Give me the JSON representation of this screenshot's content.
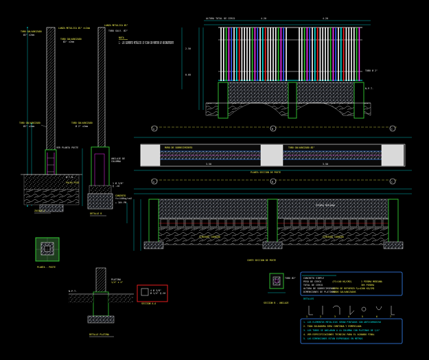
{
  "notes": {
    "heading": "NOTA",
    "line": "1.- LOS ELEMENTOS METÁLICOS SE FIJAN CON MORTERO DE RECUBRIMIENTO"
  },
  "titles": {
    "zocalo": "ZOCALO 1",
    "detalle_b": "DETALLE B",
    "planta_poste": "PLANTA - POSTE",
    "detalle_platina": "DETALLE PLATINA",
    "seccion_a": "SECCION A-A",
    "seccion_b": "SECCION B - ANCLAJE",
    "planta_cerco": "PLANTA SECCION DE POSTE",
    "corte_cerco": "CORTE SECCION DE POSTE"
  },
  "axes": [
    "A",
    "B",
    "C"
  ],
  "legend": {
    "rows": [
      [
        "CONCRETO SIMPLE",
        ""
      ],
      [
        "PESO DE CERCO",
        "(FC=140 KG/CM2)",
        "1 PIEDRA MEDIANA"
      ],
      [
        "TOTAL DE CERCO",
        "",
        "30% PIEDRA"
      ],
      [
        "ALTURA DE SOBRECIMIENTO",
        "ACERO DE REFUERZO Fy=4200 KG/CM2"
      ],
      [
        "DIMENSIONES DE PLATINAS",
        "TUBOS GALVANIZADOS"
      ]
    ],
    "section2_heading": "DETALLES"
  },
  "bottom_notes": [
    "1. LOS ELEMENTOS METALICOS SERAN PINTADOS CON ANTICORROSIVO",
    "2. TODA SOLDADURA SERA CONTINUA Y ESMERILADA",
    "3. LOS TUBOS SE ANCLARAN A LA COLUMNA CON PLATINAS DE 1/4\"",
    "4. VER ESPECIFICACIONES TECNICAS PARA EL ACABADO FINAL",
    "5. LAS DIMENSIONES ESTAN EXPRESADAS EN METROS"
  ],
  "colors": {
    "background": "#000000",
    "concrete_green": "#33cc33",
    "cyan": "#00e5e5",
    "yellow": "#ffff55",
    "magenta": "#ff33ff",
    "red": "#ff2222",
    "gray": "#9a9a9a",
    "blue_frame": "#3a8cff"
  }
}
